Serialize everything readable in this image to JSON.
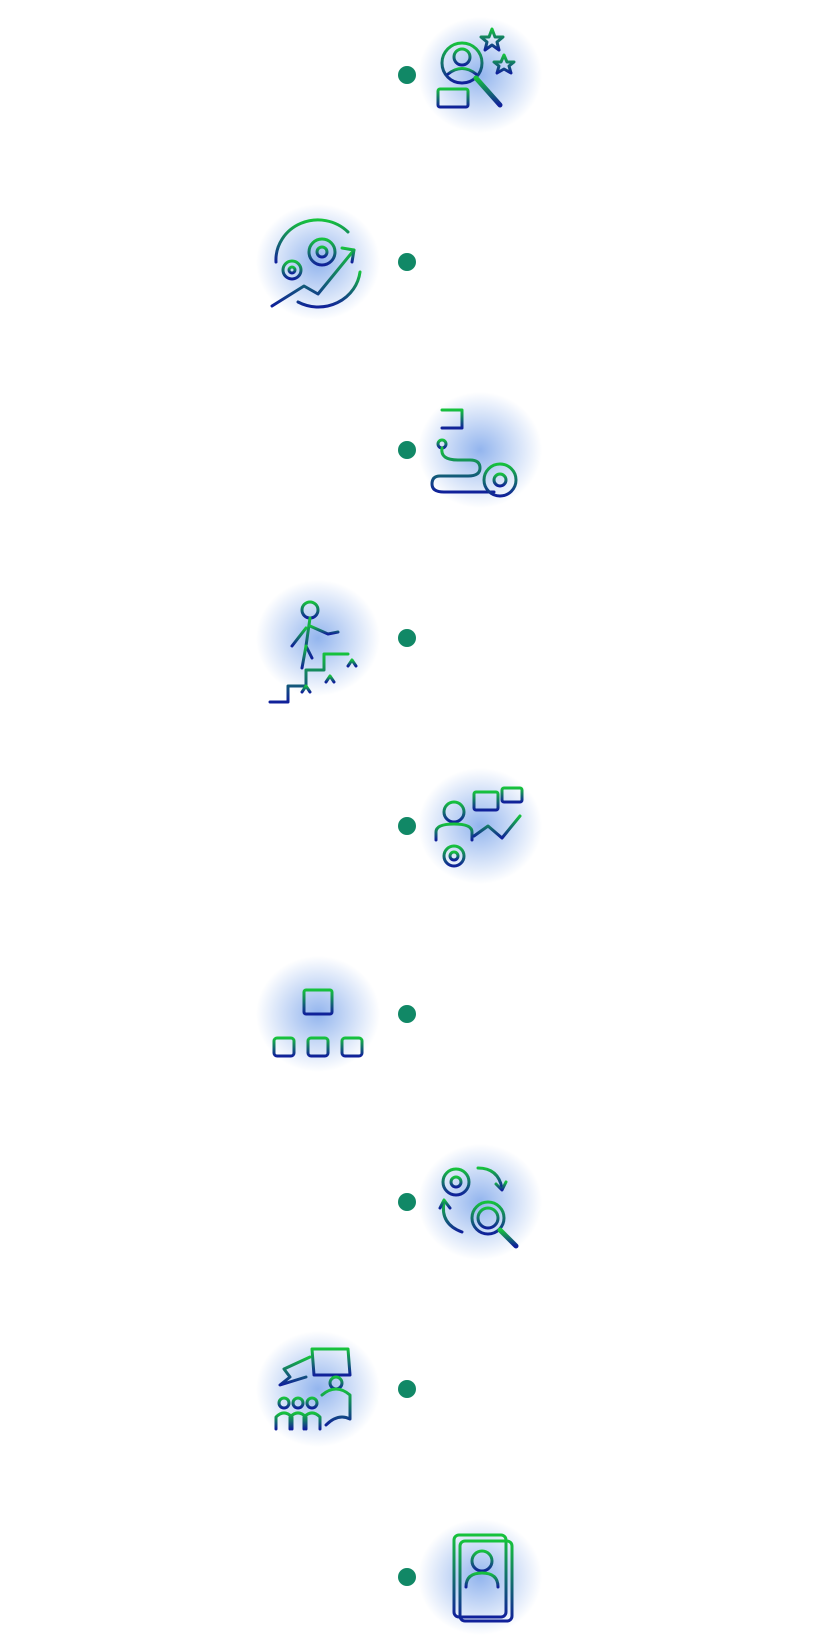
{
  "timeline": {
    "line_color_top": "#0a7a46",
    "line_color_bottom": "#12c95a",
    "node_color": "#118866",
    "icon_gradient_top": "#16c23c",
    "icon_gradient_bottom": "#10209a",
    "glow_color": "#3a78e0",
    "steps": [
      {
        "icon": "candidate-search-icon",
        "side": "right"
      },
      {
        "icon": "process-growth-gears-icon",
        "side": "left"
      },
      {
        "icon": "roadmap-goal-icon",
        "side": "right"
      },
      {
        "icon": "career-stairs-icon",
        "side": "left"
      },
      {
        "icon": "analyst-presentation-icon",
        "side": "right"
      },
      {
        "icon": "org-hierarchy-icon",
        "side": "left"
      },
      {
        "icon": "settings-review-icon",
        "side": "right"
      },
      {
        "icon": "team-leadership-icon",
        "side": "left"
      },
      {
        "icon": "profile-document-icon",
        "side": "right"
      }
    ]
  }
}
